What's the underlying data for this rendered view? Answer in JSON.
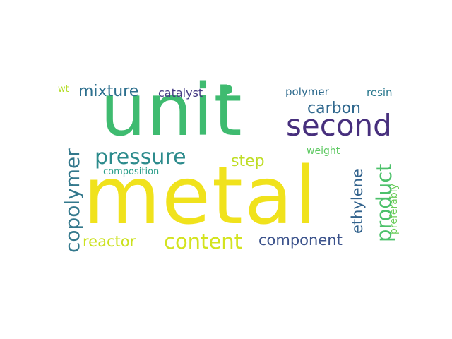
{
  "words": {
    "metal": {
      "text": "metal",
      "color": "#f0e21c"
    },
    "unit": {
      "text": "unit",
      "color": "#3fbb70"
    },
    "second": {
      "text": "second",
      "color": "#472f7d"
    },
    "pressure": {
      "text": "pressure",
      "color": "#2c8b8c"
    },
    "content": {
      "text": "content",
      "color": "#d3e31f"
    },
    "copolymer": {
      "text": "copolymer",
      "color": "#33788c"
    },
    "product": {
      "text": "product",
      "color": "#4cc16a"
    },
    "ethylene": {
      "text": "ethylene",
      "color": "#33638d"
    },
    "mixture": {
      "text": "mixture",
      "color": "#2d6f8e"
    },
    "carbon": {
      "text": "carbon",
      "color": "#30688e"
    },
    "step": {
      "text": "step",
      "color": "#bfdd25"
    },
    "reactor": {
      "text": "reactor",
      "color": "#cbe11e"
    },
    "component": {
      "text": "component",
      "color": "#3b528b"
    },
    "catalyst": {
      "text": "catalyst",
      "color": "#443a83"
    },
    "polymer": {
      "text": "polymer",
      "color": "#2f6b8e"
    },
    "resin": {
      "text": "resin",
      "color": "#2a788e"
    },
    "weight": {
      "text": "weight",
      "color": "#5ec962"
    },
    "composition": {
      "text": "composition",
      "color": "#2a9e8a"
    },
    "preferably": {
      "text": "preferably",
      "color": "#6ccd5a"
    },
    "wt": {
      "text": "wt",
      "color": "#b5de2b"
    }
  },
  "dot_color": "#3fbb70"
}
